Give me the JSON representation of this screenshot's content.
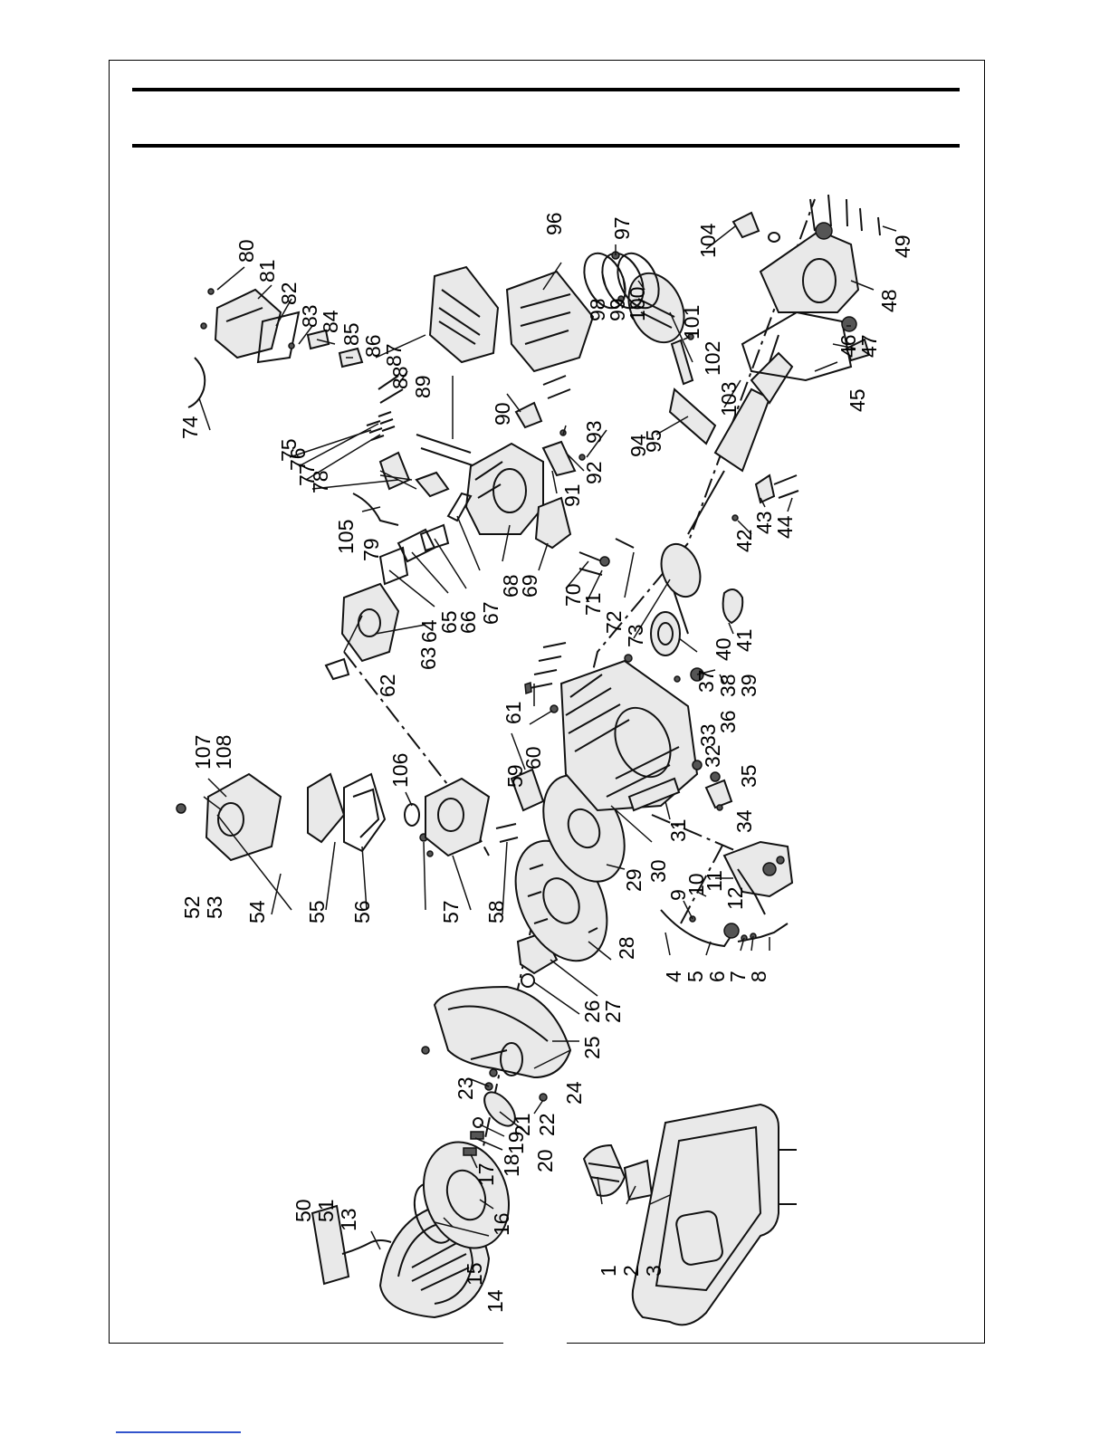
{
  "diagram": {
    "part_numbers": [
      "1",
      "2",
      "3",
      "4",
      "5",
      "6",
      "7",
      "8",
      "9",
      "10",
      "11",
      "12",
      "13",
      "14",
      "15",
      "16",
      "17",
      "18",
      "19",
      "20",
      "21",
      "22",
      "23",
      "24",
      "25",
      "26",
      "27",
      "28",
      "29",
      "30",
      "31",
      "32",
      "33",
      "34",
      "35",
      "36",
      "37",
      "38",
      "39",
      "40",
      "41",
      "42",
      "43",
      "44",
      "45",
      "46",
      "47",
      "48",
      "49",
      "50",
      "51",
      "52",
      "53",
      "54",
      "55",
      "56",
      "57",
      "58",
      "59",
      "60",
      "61",
      "62",
      "63",
      "64",
      "65",
      "66",
      "67",
      "68",
      "69",
      "70",
      "71",
      "72",
      "73",
      "74",
      "75",
      "76",
      "77",
      "78",
      "79",
      "80",
      "81",
      "82",
      "83",
      "84",
      "85",
      "86",
      "87",
      "88",
      "89",
      "90",
      "91",
      "92",
      "93",
      "94",
      "95",
      "96",
      "97",
      "98",
      "99",
      "100",
      "101",
      "102",
      "103",
      "104",
      "105",
      "106",
      "107",
      "108"
    ]
  }
}
